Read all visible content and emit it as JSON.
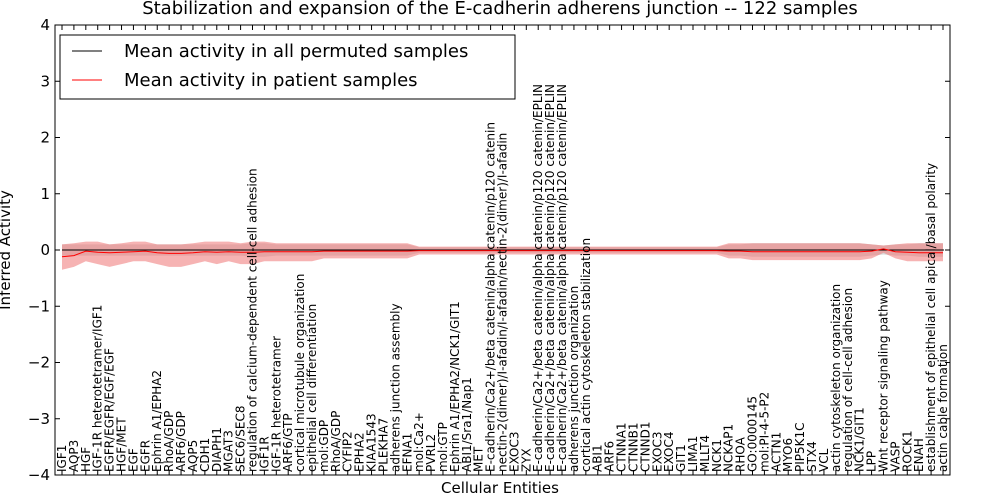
{
  "chart_data": {
    "type": "line",
    "title": "Stabilization and expansion of the E-cadherin adherens junction -- 122 samples",
    "xlabel": "Cellular Entities",
    "ylabel": "Inferred Activity",
    "ylim": [
      -4,
      4
    ],
    "yticks": [
      -4,
      -3,
      -2,
      -1,
      0,
      1,
      2,
      3,
      4
    ],
    "grid": false,
    "legend_position": "top-left",
    "categories": [
      "IGF1",
      "AQP3",
      "HGF",
      "IGF-1R heterotetramer/IGF1",
      "EGFR/EGFR/EGF/EGF",
      "HGF/MET",
      "EGF",
      "EGFR",
      "Ephrin A1/EPHA2",
      "RhoA/GDP",
      "ARF6/GDP",
      "AQP5",
      "CDH1",
      "DIAPH1",
      "MGAT3",
      "SEC6/SEC8",
      "regulation of calcium-dependent cell-cell adhesion",
      "IGF1R",
      "IGF-1R heterotetramer",
      "ARF6/GTP",
      "cortical microtubule organization",
      "epithelial cell differentiation",
      "mol:GDP",
      "RhoA/GDP",
      "CYFIP2",
      "EPHA2",
      "KIAA1543",
      "PLEKHA7",
      "adherens junction assembly",
      "EFNA1",
      "mol:Ca2+",
      "PVRL2",
      "mol:GTP",
      "Ephrin A1/EPHA2/NCK1/GIT1",
      "ABI1/Sra1/Nap1",
      "MET",
      "E-cadherin/Ca2+/beta catenin/alpha catenin/p120 catenin",
      "nectin-2(dimer)/I-afadin/I-afadin/nectin-2(dimer)/I-afadin",
      "EXOC3",
      "ZYX",
      "E-cadherin/Ca2+/beta catenin/alpha catenin/p120 catenin/EPLIN",
      "E-cadherin/Ca2+/beta catenin/alpha catenin/p120 catenin/EPLIN",
      "E-cadherin/Ca2+/beta catenin/alpha catenin/p120 catenin/EPLIN",
      "adherens junction organization",
      "cortical actin cytoskeleton stabilization",
      "ABI1",
      "ARF6",
      "CTNNA1",
      "CTNNB1",
      "CTNND1",
      "EXOC3",
      "EXOC4",
      "GIT1",
      "LIMA1",
      "MLLT4",
      "NCK1",
      "NCKAP1",
      "RHOA",
      "GO:0000145",
      "mol:PI-4-5-P2",
      "ACTN1",
      "MYO6",
      "PIP5K1C",
      "STX4",
      "VCL",
      "actin cytoskeleton organization",
      "regulation of cell-cell adhesion",
      "NCK1/GIT1",
      "LPP",
      "Wnt receptor signaling pathway",
      "VASP",
      "ROCK1",
      "ENAH",
      "establishment of epithelial cell apical/basal polarity",
      "actin cable formation"
    ],
    "series": [
      {
        "name": "Mean activity in all permuted samples",
        "color": "#000000",
        "band_color": "#b8b8b8",
        "values": [
          0.0,
          0.0,
          0.0,
          0.0,
          0.0,
          0.0,
          0.0,
          0.0,
          0.0,
          0.0,
          0.0,
          0.0,
          0.0,
          0.0,
          0.0,
          0.0,
          0.0,
          0.0,
          0.0,
          0.0,
          0.0,
          0.0,
          0.0,
          0.0,
          0.0,
          0.0,
          0.0,
          0.0,
          0.0,
          0.0,
          0.0,
          0.0,
          0.0,
          0.0,
          0.0,
          0.0,
          0.0,
          0.0,
          0.0,
          0.0,
          0.0,
          0.0,
          0.0,
          0.0,
          0.0,
          0.0,
          0.0,
          0.0,
          0.0,
          0.0,
          0.0,
          0.0,
          0.0,
          0.0,
          0.0,
          0.0,
          0.0,
          0.0,
          0.0,
          0.0,
          0.0,
          0.0,
          0.0,
          0.0,
          0.0,
          0.0,
          0.0,
          0.0,
          0.0,
          0.0,
          0.0,
          0.0,
          0.0,
          0.0,
          0.0
        ],
        "lower": [
          -0.1,
          -0.1,
          -0.1,
          -0.1,
          -0.1,
          -0.1,
          -0.1,
          -0.1,
          -0.1,
          -0.1,
          -0.1,
          -0.1,
          -0.1,
          -0.1,
          -0.1,
          -0.1,
          -0.12,
          -0.12,
          -0.1,
          -0.1,
          -0.1,
          -0.1,
          -0.1,
          -0.1,
          -0.1,
          -0.1,
          -0.1,
          -0.1,
          -0.1,
          -0.1,
          -0.05,
          -0.05,
          -0.05,
          -0.05,
          -0.05,
          -0.05,
          -0.05,
          -0.05,
          -0.05,
          -0.05,
          -0.05,
          -0.05,
          -0.05,
          -0.05,
          -0.05,
          -0.05,
          -0.05,
          -0.05,
          -0.05,
          -0.05,
          -0.05,
          -0.05,
          -0.05,
          -0.05,
          -0.05,
          -0.05,
          -0.1,
          -0.1,
          -0.12,
          -0.12,
          -0.12,
          -0.12,
          -0.12,
          -0.12,
          -0.12,
          -0.12,
          -0.12,
          -0.12,
          -0.1,
          -0.08,
          -0.1,
          -0.1,
          -0.12,
          -0.12,
          -0.12
        ],
        "upper": [
          0.1,
          0.1,
          0.1,
          0.1,
          0.1,
          0.1,
          0.1,
          0.1,
          0.1,
          0.1,
          0.1,
          0.1,
          0.1,
          0.1,
          0.1,
          0.1,
          0.12,
          0.12,
          0.1,
          0.1,
          0.1,
          0.1,
          0.1,
          0.1,
          0.1,
          0.1,
          0.1,
          0.1,
          0.1,
          0.1,
          0.05,
          0.05,
          0.05,
          0.05,
          0.05,
          0.05,
          0.05,
          0.05,
          0.05,
          0.05,
          0.05,
          0.05,
          0.05,
          0.05,
          0.05,
          0.05,
          0.05,
          0.05,
          0.05,
          0.05,
          0.05,
          0.05,
          0.05,
          0.05,
          0.05,
          0.05,
          0.1,
          0.1,
          0.12,
          0.12,
          0.12,
          0.12,
          0.12,
          0.12,
          0.12,
          0.12,
          0.12,
          0.12,
          0.1,
          0.08,
          0.1,
          0.1,
          0.12,
          0.12,
          0.12
        ]
      },
      {
        "name": "Mean activity in patient samples",
        "color": "#ff0000",
        "band_color": "#f08080",
        "values": [
          -0.12,
          -0.1,
          -0.02,
          -0.04,
          -0.05,
          -0.04,
          -0.03,
          -0.02,
          -0.05,
          -0.06,
          -0.06,
          -0.05,
          -0.03,
          -0.04,
          -0.03,
          -0.04,
          -0.04,
          -0.03,
          -0.03,
          -0.03,
          -0.03,
          -0.03,
          -0.02,
          -0.02,
          -0.02,
          -0.02,
          -0.02,
          -0.02,
          -0.02,
          -0.02,
          -0.01,
          -0.01,
          -0.01,
          -0.01,
          -0.01,
          -0.01,
          -0.01,
          -0.01,
          -0.01,
          -0.01,
          -0.01,
          -0.01,
          -0.01,
          -0.01,
          -0.01,
          -0.01,
          -0.01,
          -0.01,
          -0.01,
          -0.01,
          -0.01,
          -0.01,
          -0.01,
          -0.01,
          -0.01,
          -0.01,
          -0.02,
          -0.02,
          -0.03,
          -0.03,
          -0.03,
          -0.03,
          -0.03,
          -0.03,
          -0.03,
          -0.03,
          -0.03,
          -0.03,
          -0.02,
          0.02,
          -0.03,
          -0.04,
          -0.05,
          -0.05,
          -0.05
        ],
        "lower": [
          -0.35,
          -0.3,
          -0.2,
          -0.25,
          -0.3,
          -0.25,
          -0.2,
          -0.2,
          -0.25,
          -0.3,
          -0.3,
          -0.25,
          -0.2,
          -0.25,
          -0.2,
          -0.25,
          -0.25,
          -0.2,
          -0.2,
          -0.2,
          -0.2,
          -0.2,
          -0.15,
          -0.15,
          -0.15,
          -0.15,
          -0.15,
          -0.15,
          -0.15,
          -0.15,
          -0.08,
          -0.08,
          -0.08,
          -0.08,
          -0.08,
          -0.08,
          -0.08,
          -0.08,
          -0.08,
          -0.08,
          -0.08,
          -0.08,
          -0.08,
          -0.08,
          -0.08,
          -0.08,
          -0.08,
          -0.08,
          -0.08,
          -0.08,
          -0.08,
          -0.08,
          -0.08,
          -0.08,
          -0.08,
          -0.08,
          -0.15,
          -0.15,
          -0.18,
          -0.18,
          -0.18,
          -0.18,
          -0.18,
          -0.18,
          -0.18,
          -0.18,
          -0.18,
          -0.18,
          -0.15,
          -0.05,
          -0.15,
          -0.2,
          -0.2,
          -0.2,
          -0.2
        ],
        "upper": [
          0.1,
          0.12,
          0.15,
          0.15,
          0.1,
          0.12,
          0.15,
          0.15,
          0.1,
          0.1,
          0.1,
          0.12,
          0.15,
          0.15,
          0.15,
          0.12,
          0.15,
          0.15,
          0.12,
          0.12,
          0.12,
          0.12,
          0.12,
          0.12,
          0.12,
          0.12,
          0.12,
          0.12,
          0.12,
          0.12,
          0.06,
          0.06,
          0.06,
          0.06,
          0.06,
          0.06,
          0.06,
          0.06,
          0.06,
          0.06,
          0.06,
          0.06,
          0.06,
          0.06,
          0.06,
          0.06,
          0.06,
          0.06,
          0.06,
          0.06,
          0.06,
          0.06,
          0.06,
          0.06,
          0.06,
          0.06,
          0.12,
          0.12,
          0.12,
          0.12,
          0.12,
          0.12,
          0.12,
          0.12,
          0.12,
          0.12,
          0.12,
          0.12,
          0.1,
          0.08,
          0.1,
          0.12,
          0.12,
          0.12,
          0.12
        ]
      }
    ]
  }
}
